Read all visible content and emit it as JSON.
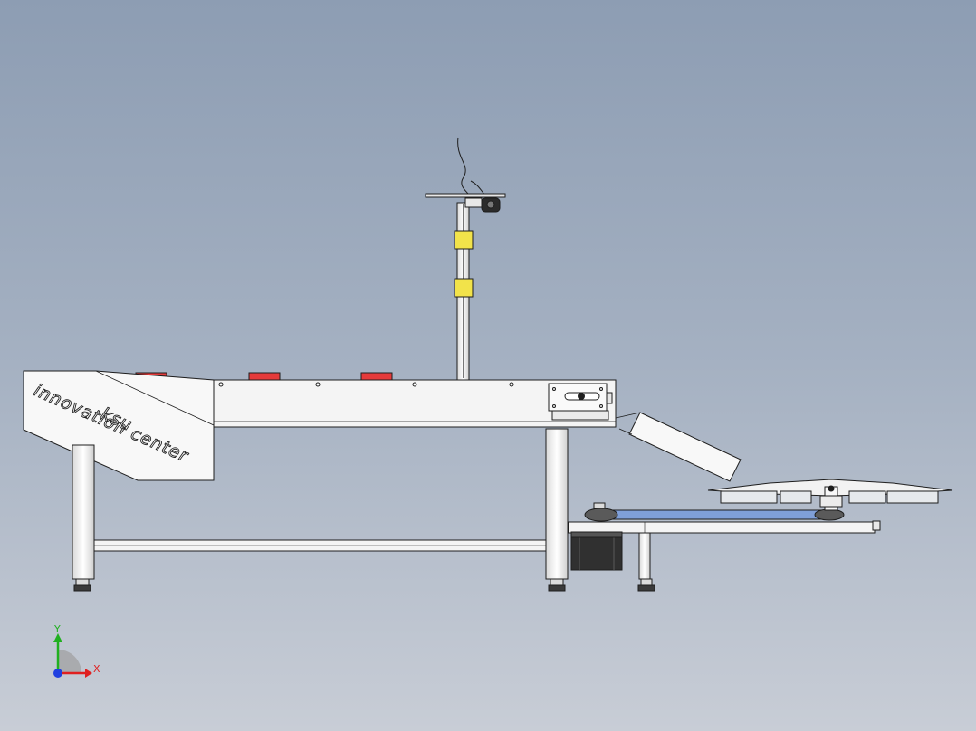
{
  "model": {
    "logo_line_1": "innovation center",
    "logo_line_2": "ksu",
    "colors": {
      "background_top": "#8d9db3",
      "background_bottom": "#c8cdd6",
      "frame": "#f4f4f4",
      "outline": "#1e1e1e",
      "buttons": "#e53a3a",
      "clamps": "#f2e34a",
      "belt": "#7f9fd8"
    }
  },
  "triad": {
    "x_label": "X",
    "y_label": "Y",
    "x_color": "#e02020",
    "y_color": "#20b020",
    "z_color": "#2040e0"
  }
}
